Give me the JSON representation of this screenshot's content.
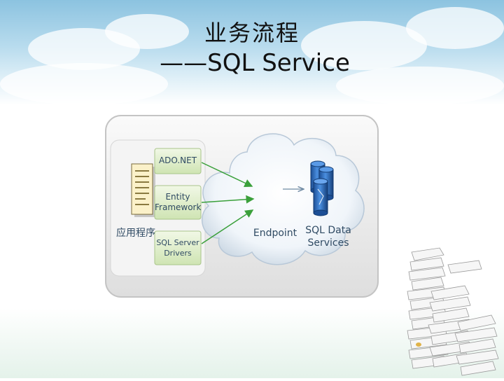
{
  "slide": {
    "title_line1": "业务流程",
    "title_line2": "——SQL Service"
  },
  "diagram": {
    "app_label": "应用程序",
    "components": [
      "ADO.NET",
      "Entity\nFramework",
      "SQL Server\nDrivers"
    ],
    "endpoint_label": "Endpoint",
    "data_services_label": "SQL Data\nServices"
  },
  "colors": {
    "arrow": "#3aa03a",
    "box_fill": "#e1efcc",
    "cylinder": "#2d6fc4",
    "panel": "#ededed"
  }
}
